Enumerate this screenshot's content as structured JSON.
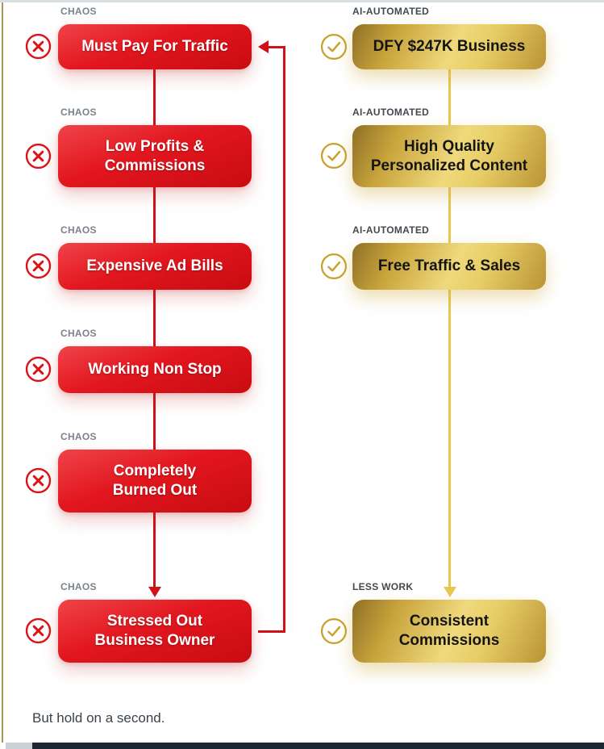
{
  "diagram": {
    "left_column": {
      "icon": "x-circle-icon",
      "accent_color": "#e2161e",
      "items": [
        {
          "tag": "CHAOS",
          "label": "Must Pay For Traffic"
        },
        {
          "tag": "CHAOS",
          "label": "Low Profits &\nCommissions"
        },
        {
          "tag": "CHAOS",
          "label": "Expensive Ad Bills"
        },
        {
          "tag": "CHAOS",
          "label": "Working Non Stop"
        },
        {
          "tag": "CHAOS",
          "label": "Completely\nBurned Out"
        },
        {
          "tag": "CHAOS",
          "label": "Stressed Out\nBusiness Owner"
        }
      ]
    },
    "right_column": {
      "icon": "check-circle-icon",
      "accent_color": "#d4af37",
      "items": [
        {
          "tag": "AI-AUTOMATED",
          "label": "DFY $247K Business"
        },
        {
          "tag": "AI-AUTOMATED",
          "label": "High Quality\nPersonalized Content"
        },
        {
          "tag": "AI-AUTOMATED",
          "label": "Free Traffic & Sales"
        },
        {
          "tag": "LESS WORK",
          "label": "Consistent\nCommissions"
        }
      ]
    },
    "connector_colors": {
      "red_line": "#d01117",
      "gold_line": "#e9c64f"
    }
  },
  "footer": {
    "text": "But hold on a second."
  },
  "colors": {
    "tag_gray": "#7b828a",
    "tag_dark": "#45494f",
    "left_border": "#ab9457",
    "top_border": "#d7dfe3",
    "bottom_bar_dark": "#1d2734",
    "bottom_bar_light": "#cbd0d4"
  }
}
